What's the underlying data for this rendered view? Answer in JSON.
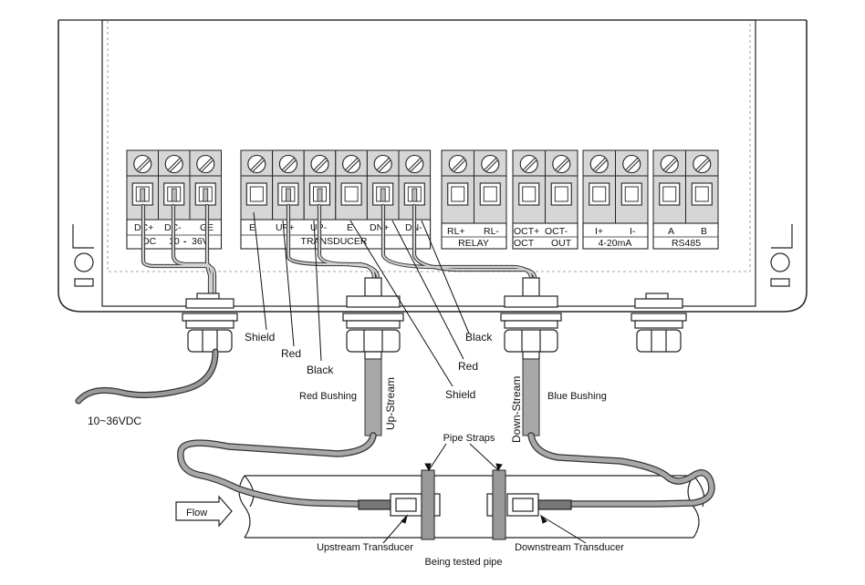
{
  "terminal_groups": [
    {
      "id": "dc",
      "top": [
        "DC+",
        "DC-",
        "GE"
      ],
      "bottom": [
        "DC",
        "10",
        "-",
        "36V"
      ]
    },
    {
      "id": "transducer",
      "top": [
        "E",
        "UP+",
        "UP-",
        "E",
        "DN+",
        "DN-"
      ],
      "bottom": [
        "TRANSDUCER"
      ]
    },
    {
      "id": "relay",
      "top": [
        "RL+",
        "RL-"
      ],
      "bottom": [
        "RELAY"
      ]
    },
    {
      "id": "oct",
      "top": [
        "OCT+",
        "OCT-"
      ],
      "bottom": [
        "OCT",
        "OUT"
      ]
    },
    {
      "id": "current",
      "top": [
        "I+",
        "I-"
      ],
      "bottom": [
        "4-20mA"
      ]
    },
    {
      "id": "rs485",
      "top": [
        "A",
        "B"
      ],
      "bottom": [
        "RS485"
      ]
    }
  ],
  "wire_labels": {
    "shield_left": "Shield",
    "red_left": "Red",
    "black_left": "Black",
    "black_right": "Black",
    "red_right": "Red",
    "shield_right": "Shield"
  },
  "labels": {
    "power_supply": "10~36VDC",
    "red_bushing": "Red Bushing",
    "blue_bushing": "Blue Bushing",
    "up_stream": "Up-Stream",
    "down_stream": "Down-Stream",
    "pipe_straps": "Pipe Straps",
    "flow": "Flow",
    "upstream_transducer": "Upstream Transducer",
    "downstream_transducer": "Downstream Transducer",
    "being_tested_pipe": "Being tested pipe"
  }
}
